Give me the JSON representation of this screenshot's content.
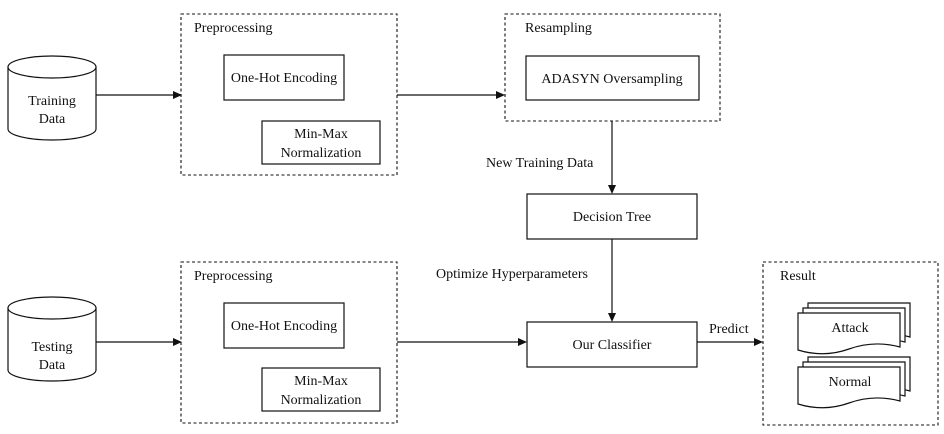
{
  "training_data": {
    "line1": "Training",
    "line2": "Data"
  },
  "testing_data": {
    "line1": "Testing",
    "line2": "Data"
  },
  "preprocessing_top": {
    "title": "Preprocessing",
    "one_hot": "One-Hot Encoding",
    "minmax_line1": "Min-Max",
    "minmax_line2": "Normalization"
  },
  "preprocessing_bottom": {
    "title": "Preprocessing",
    "one_hot": "One-Hot Encoding",
    "minmax_line1": "Min-Max",
    "minmax_line2": "Normalization"
  },
  "resampling": {
    "title": "Resampling",
    "adasyn": "ADASYN Oversampling"
  },
  "edges": {
    "new_training_data": "New Training Data",
    "optimize_hyperparameters": "Optimize Hyperparameters",
    "predict": "Predict"
  },
  "decision_tree": "Decision Tree",
  "our_classifier": "Our Classifier",
  "result": {
    "title": "Result",
    "attack": "Attack",
    "normal": "Normal"
  }
}
